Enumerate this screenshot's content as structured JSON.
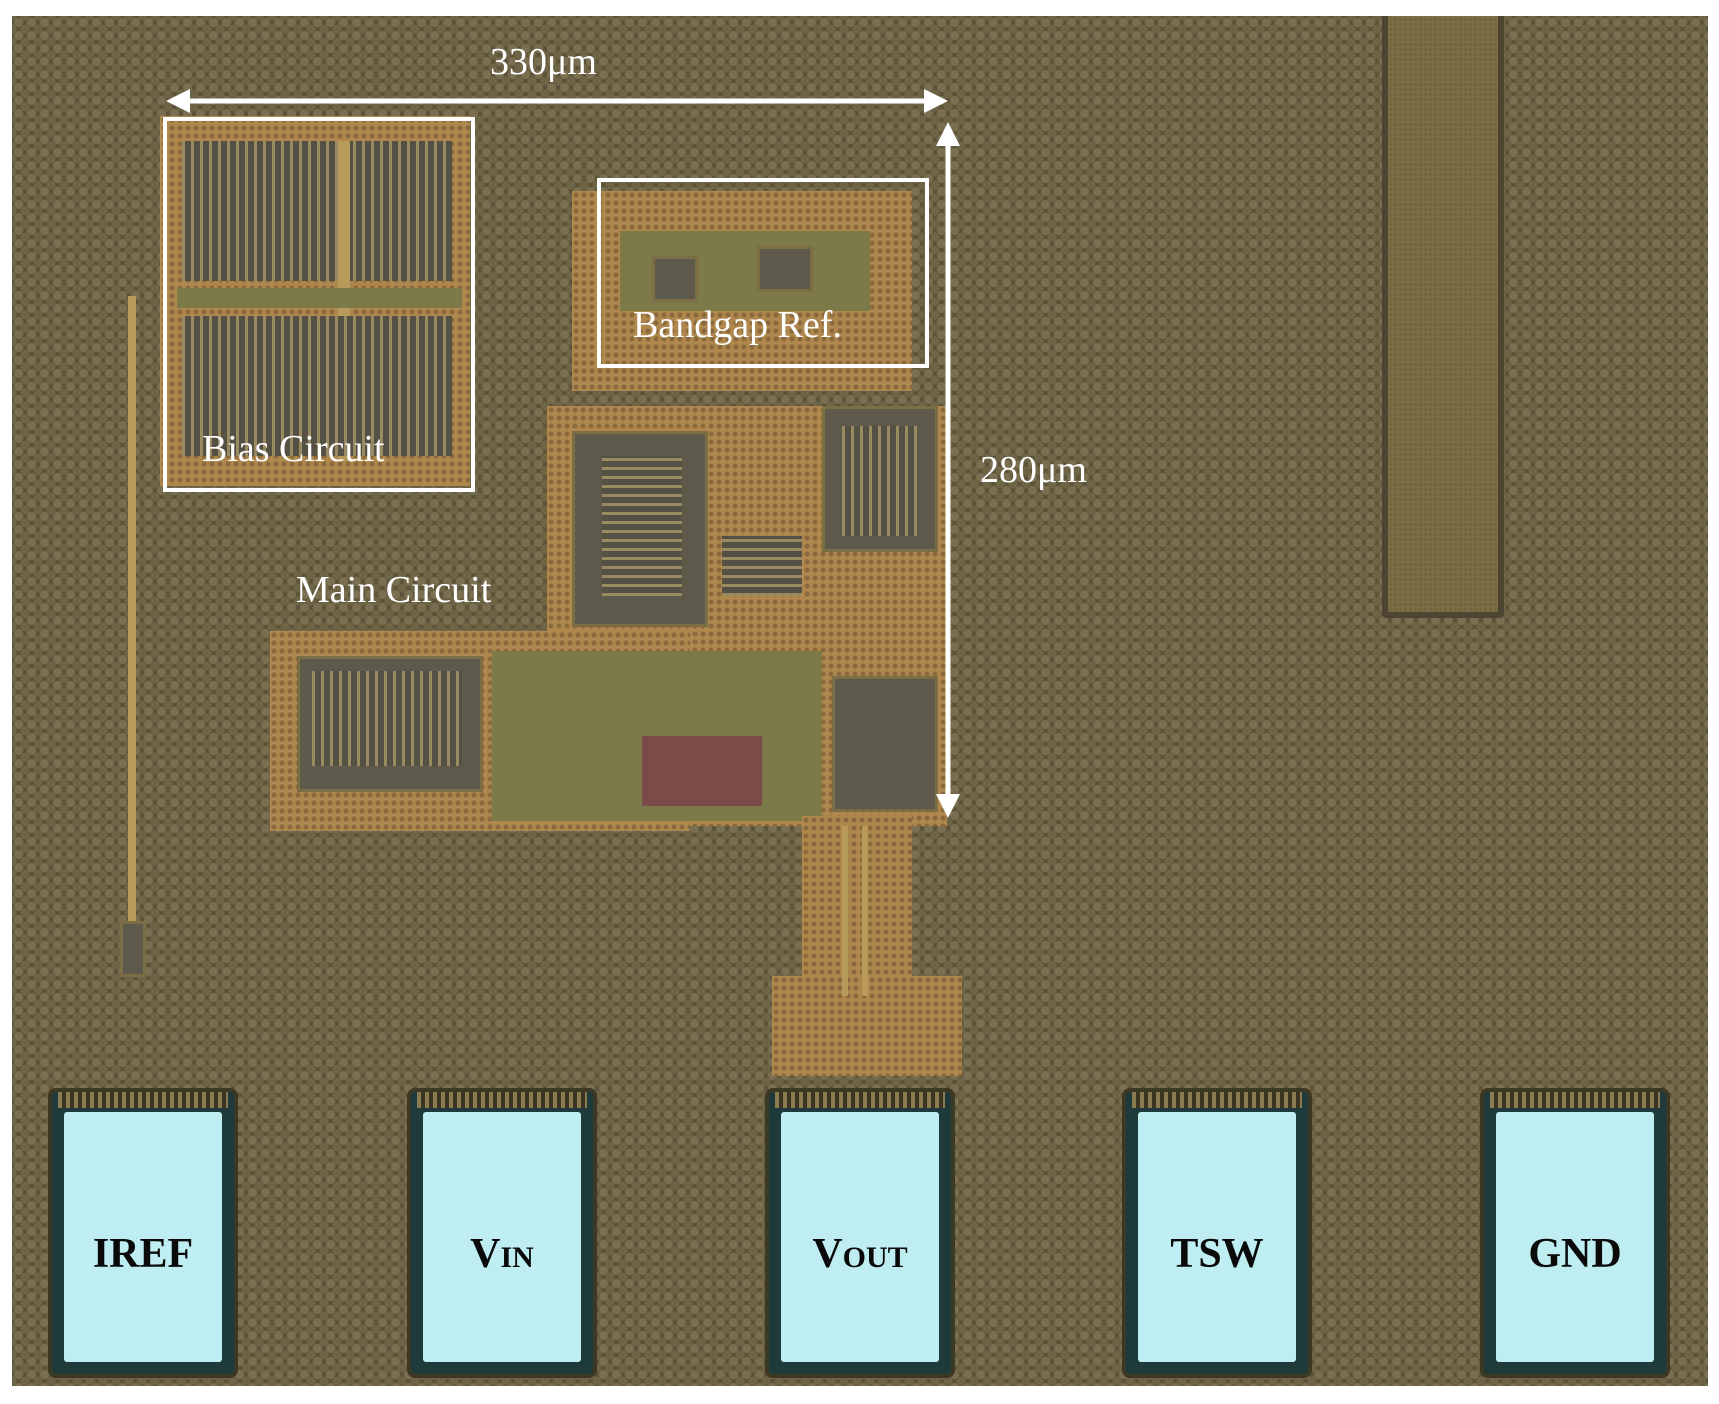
{
  "dimensions": {
    "width_label": "330μm",
    "height_label": "280μm"
  },
  "blocks": {
    "bias": "Bias Circuit",
    "bandgap": "Bandgap Ref.",
    "main": "Main Circuit"
  },
  "pads": [
    {
      "main": "IREF",
      "sub": ""
    },
    {
      "main": "V",
      "sub": "IN"
    },
    {
      "main": "V",
      "sub": "OUT"
    },
    {
      "main": "TSW",
      "sub": ""
    },
    {
      "main": "GND",
      "sub": ""
    }
  ],
  "colors": {
    "die": "#5c5238",
    "pad": "#bfeef2",
    "annotation": "#ffffff"
  }
}
